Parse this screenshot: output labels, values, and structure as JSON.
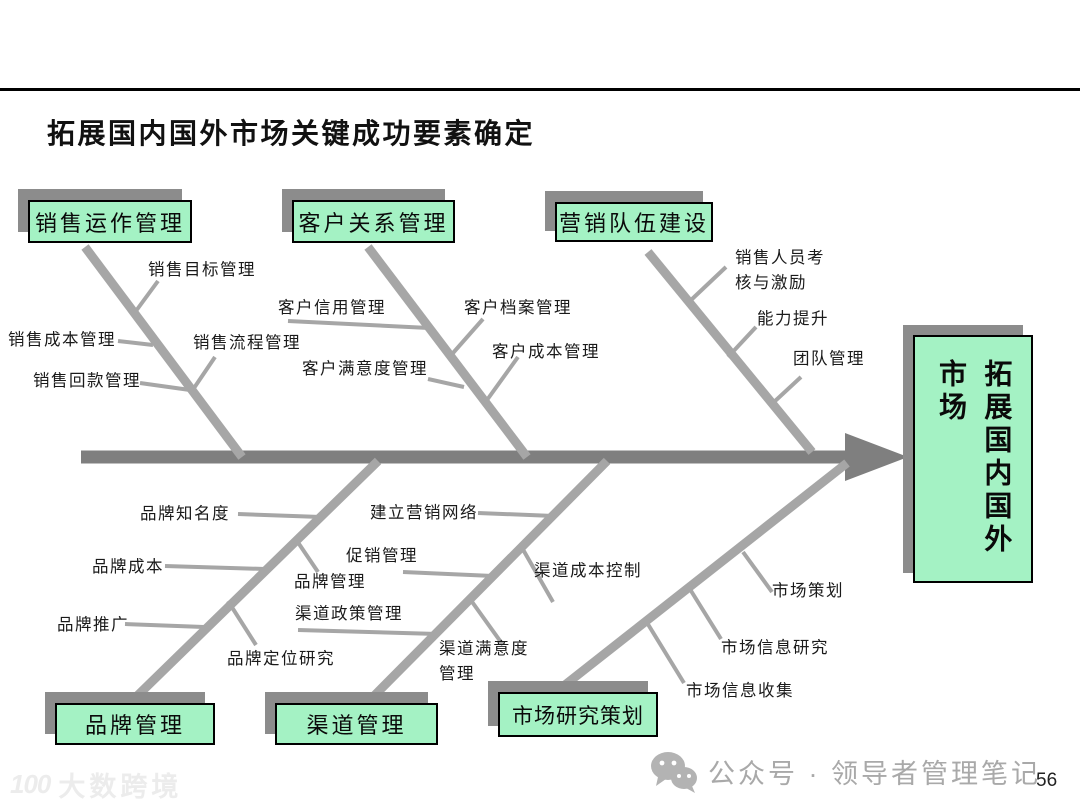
{
  "title": "拓展国内国外市场关键成功要素确定",
  "diagram": {
    "effect_box": "拓展国内国外市场",
    "categories": [
      {
        "label": "销售运作管理",
        "factors": [
          "销售目标管理",
          "销售成本管理",
          "销售流程管理",
          "销售回款管理"
        ]
      },
      {
        "label": "客户关系管理",
        "factors": [
          "客户信用管理",
          "客户档案管理",
          "客户满意度管理",
          "客户成本管理"
        ]
      },
      {
        "label": "营销队伍建设",
        "factors": [
          "销售人员考核与激励",
          "能力提升",
          "团队管理"
        ]
      },
      {
        "label": "品牌管理",
        "factors": [
          "品牌知名度",
          "品牌成本",
          "品牌推广",
          "品牌定位研究",
          "品牌管理"
        ]
      },
      {
        "label": "渠道管理",
        "factors": [
          "建立营销网络",
          "促销管理",
          "渠道政策管理",
          "渠道成本控制",
          "渠道满意度管理"
        ]
      },
      {
        "label": "市场研究策划",
        "factors": [
          "市场策划",
          "市场信息研究",
          "市场信息收集"
        ]
      }
    ]
  },
  "colors": {
    "box_fill": "#a4f2c4",
    "box_shadow": "#8c8c8c",
    "spine": "#7f7f7f",
    "bone": "#a6a6a6"
  },
  "footer": {
    "wechat_label": "公众号 · 领导者管理笔记",
    "page_number": "56",
    "watermark_badge": "100",
    "watermark": "大数跨境"
  }
}
